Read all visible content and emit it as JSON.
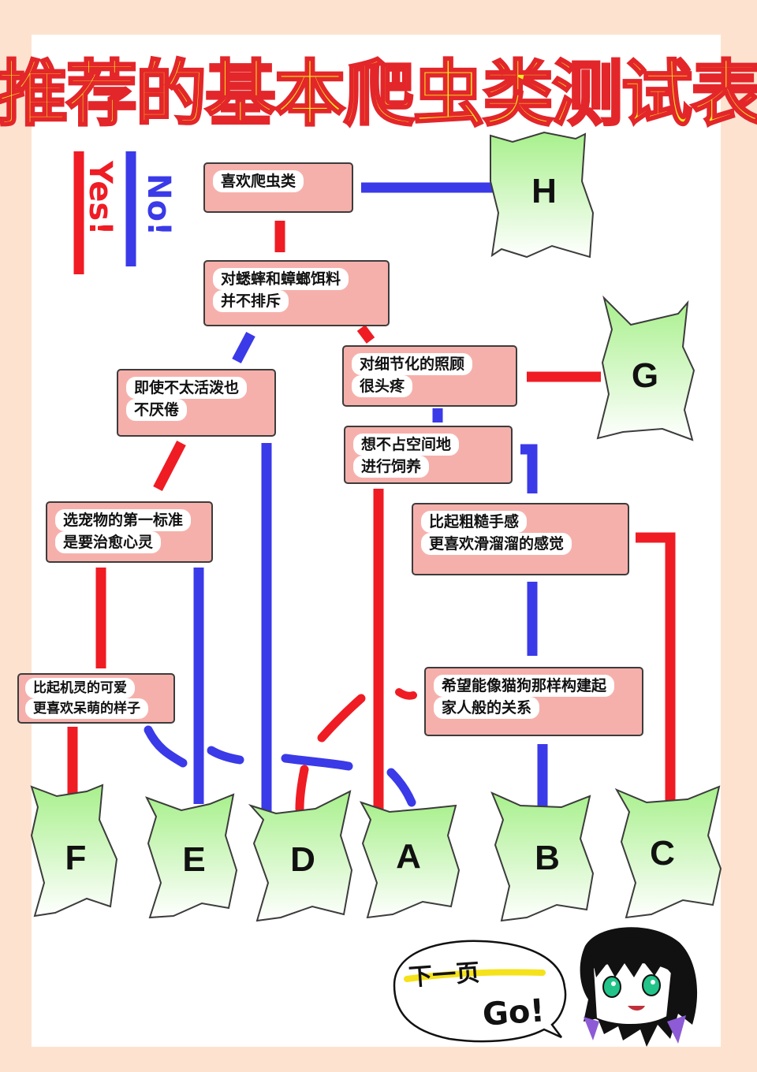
{
  "title": "推荐的基本爬虫类测试表",
  "legend": {
    "yes_label": "Yes!",
    "no_label": "No!",
    "yes_color": "#ef1c24",
    "no_color": "#3a3ae8"
  },
  "questions": [
    {
      "id": "q1",
      "lines": [
        "喜欢爬虫类"
      ]
    },
    {
      "id": "q2",
      "lines": [
        "对蟋蟀和蟑螂饵料",
        "并不排斥"
      ]
    },
    {
      "id": "q3",
      "lines": [
        "即使不太活泼也",
        "不厌倦"
      ]
    },
    {
      "id": "q4",
      "lines": [
        "对细节化的照顾",
        "很头疼"
      ]
    },
    {
      "id": "q5",
      "lines": [
        "想不占空间地",
        "进行饲养"
      ]
    },
    {
      "id": "q6",
      "lines": [
        "选宠物的第一标准",
        "是要治愈心灵"
      ]
    },
    {
      "id": "q7",
      "lines": [
        "比起粗糙手感",
        "更喜欢滑溜溜的感觉"
      ]
    },
    {
      "id": "q8",
      "lines": [
        "比起机灵的可爱",
        "更喜欢呆萌的样子"
      ]
    },
    {
      "id": "q9",
      "lines": [
        "希望能像猫狗那样构建起",
        "家人般的关系"
      ]
    }
  ],
  "results": [
    "H",
    "G",
    "F",
    "E",
    "D",
    "A",
    "B",
    "C"
  ],
  "footer": {
    "bubble_text": "下一页",
    "go_text": "Go!",
    "character_icon": "anime-girl-avatar-icon"
  },
  "colors": {
    "box_fill": "#f6b0ab",
    "result_fill_top": "#a8f08c",
    "result_fill_bottom": "#ffffff",
    "background": "#fde3cf"
  }
}
